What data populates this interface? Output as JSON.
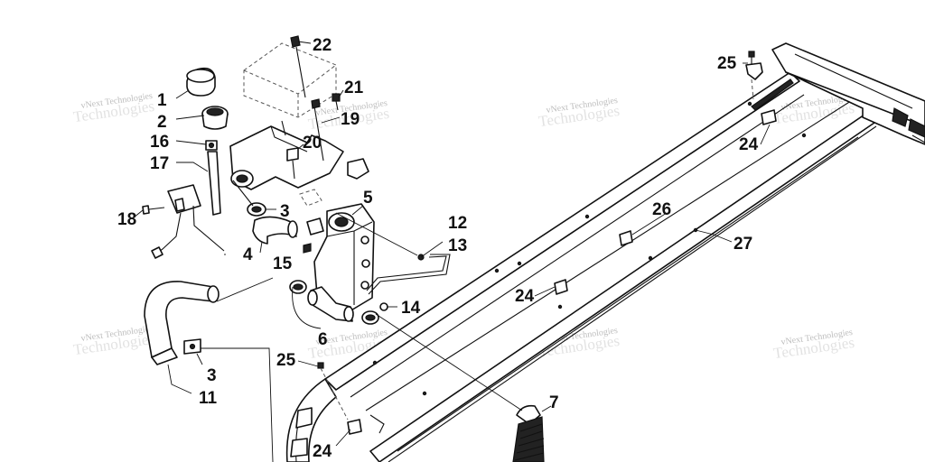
{
  "callouts": [
    {
      "label": "1"
    },
    {
      "label": "2"
    },
    {
      "label": "16"
    },
    {
      "label": "17"
    },
    {
      "label": "18"
    },
    {
      "label": "4"
    },
    {
      "label": "15"
    },
    {
      "label": "3"
    },
    {
      "label": "11"
    },
    {
      "label": "3"
    },
    {
      "label": "22"
    },
    {
      "label": "21"
    },
    {
      "label": "19"
    },
    {
      "label": "20"
    },
    {
      "label": "5"
    },
    {
      "label": "12"
    },
    {
      "label": "13"
    },
    {
      "label": "14"
    },
    {
      "label": "6"
    },
    {
      "label": "25"
    },
    {
      "label": "24"
    },
    {
      "label": "7"
    },
    {
      "label": "24"
    },
    {
      "label": "26"
    },
    {
      "label": "27"
    },
    {
      "label": "25"
    },
    {
      "label": "24"
    }
  ],
  "watermark": {
    "line1": "vNext Technologies",
    "line2": "Technologies"
  },
  "colors": {
    "ink": "#111111",
    "background": "#ffffff",
    "watermark": "#9a9a9a"
  }
}
